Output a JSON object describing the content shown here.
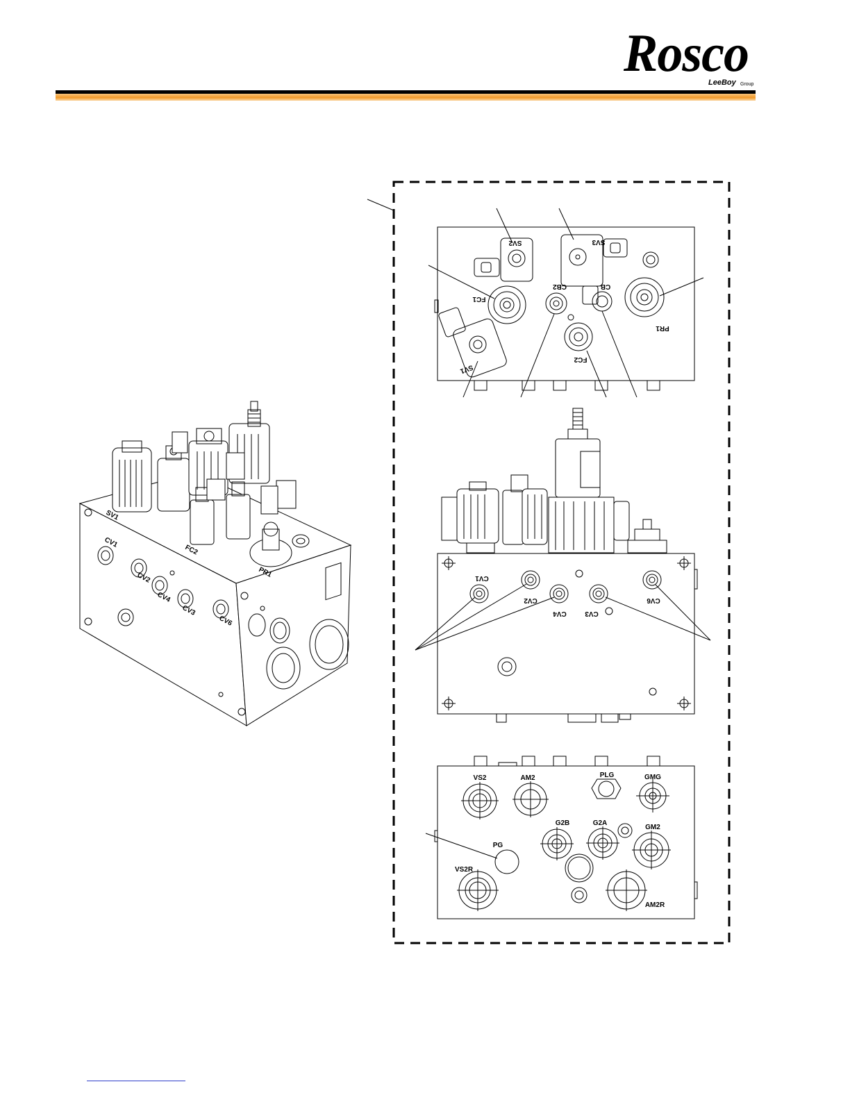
{
  "logo": {
    "brand": "Rosco",
    "sub": "LeeBoy",
    "group": "Group"
  },
  "bottom_view_labels": {
    "vs2": "VS2",
    "am2": "AM2",
    "plg": "PLG",
    "gmg": "GMG",
    "g2b": "G2B",
    "g2a": "G2A",
    "gm2": "GM2",
    "pg": "PG",
    "vs2r": "VS2R",
    "am2r": "AM2R"
  },
  "side_view_labels": {
    "cv1": "CV1",
    "cv2": "CV2",
    "cv4": "CV4",
    "cv3": "CV3",
    "cv6": "CV6"
  },
  "top_view_labels": {
    "sv2": "SV2",
    "sv3": "SV3",
    "fc1": "FC1",
    "cb2": "CB2",
    "cb": "CB",
    "pr1": "PR1",
    "fc2": "FC2",
    "sv1": "SV1"
  },
  "iso_view_labels": {
    "sv1": "SV1",
    "cv1": "CV1",
    "cv2": "CV2",
    "cv4": "CV4",
    "cv3": "CV3",
    "cv6": "CV6",
    "fc2": "FC2",
    "pr1": "PR1"
  }
}
